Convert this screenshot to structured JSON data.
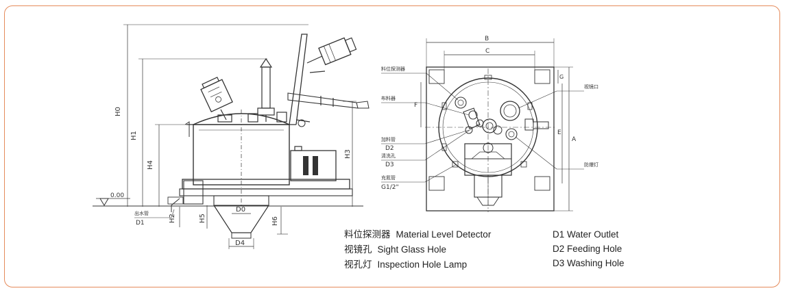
{
  "colors": {
    "frame_border": "#e58a5a",
    "line": "#333333",
    "text": "#222222"
  },
  "side_view": {
    "level_label": "0.00",
    "dimensions": {
      "h0": "H0",
      "h1": "H1",
      "h2": "H2",
      "h3": "H3",
      "h4": "H4",
      "h5": "H5",
      "h6": "H6",
      "d0": "D0",
      "d4": "D4",
      "d1": "D1"
    },
    "callouts": {
      "water_outlet_cn": "出水管"
    }
  },
  "top_view": {
    "dimensions": {
      "a": "A",
      "b": "B",
      "c": "C",
      "e": "E",
      "f": "F",
      "g": "G"
    },
    "callouts": {
      "level_detector_cn": "料位探测器",
      "material_cn": "布料器",
      "sight_glass_cn": "视镜口",
      "feeding_cn": "加料管",
      "d2": "D2",
      "washing_cn": "清洗孔",
      "d3": "D3",
      "vent_cn": "充氮管",
      "g12": "G1/2\"",
      "lamp_cn": "防爆灯"
    }
  },
  "legend": {
    "left": [
      {
        "cn": "料位探测器",
        "en": "Material Level Detector"
      },
      {
        "cn": "视镜孔",
        "en": "Sight Glass Hole"
      },
      {
        "cn": "视孔灯",
        "en": "Inspection Hole Lamp"
      }
    ],
    "right": [
      {
        "text": "D1 Water Outlet"
      },
      {
        "text": "D2 Feeding Hole"
      },
      {
        "text": "D3 Washing Hole"
      }
    ]
  }
}
